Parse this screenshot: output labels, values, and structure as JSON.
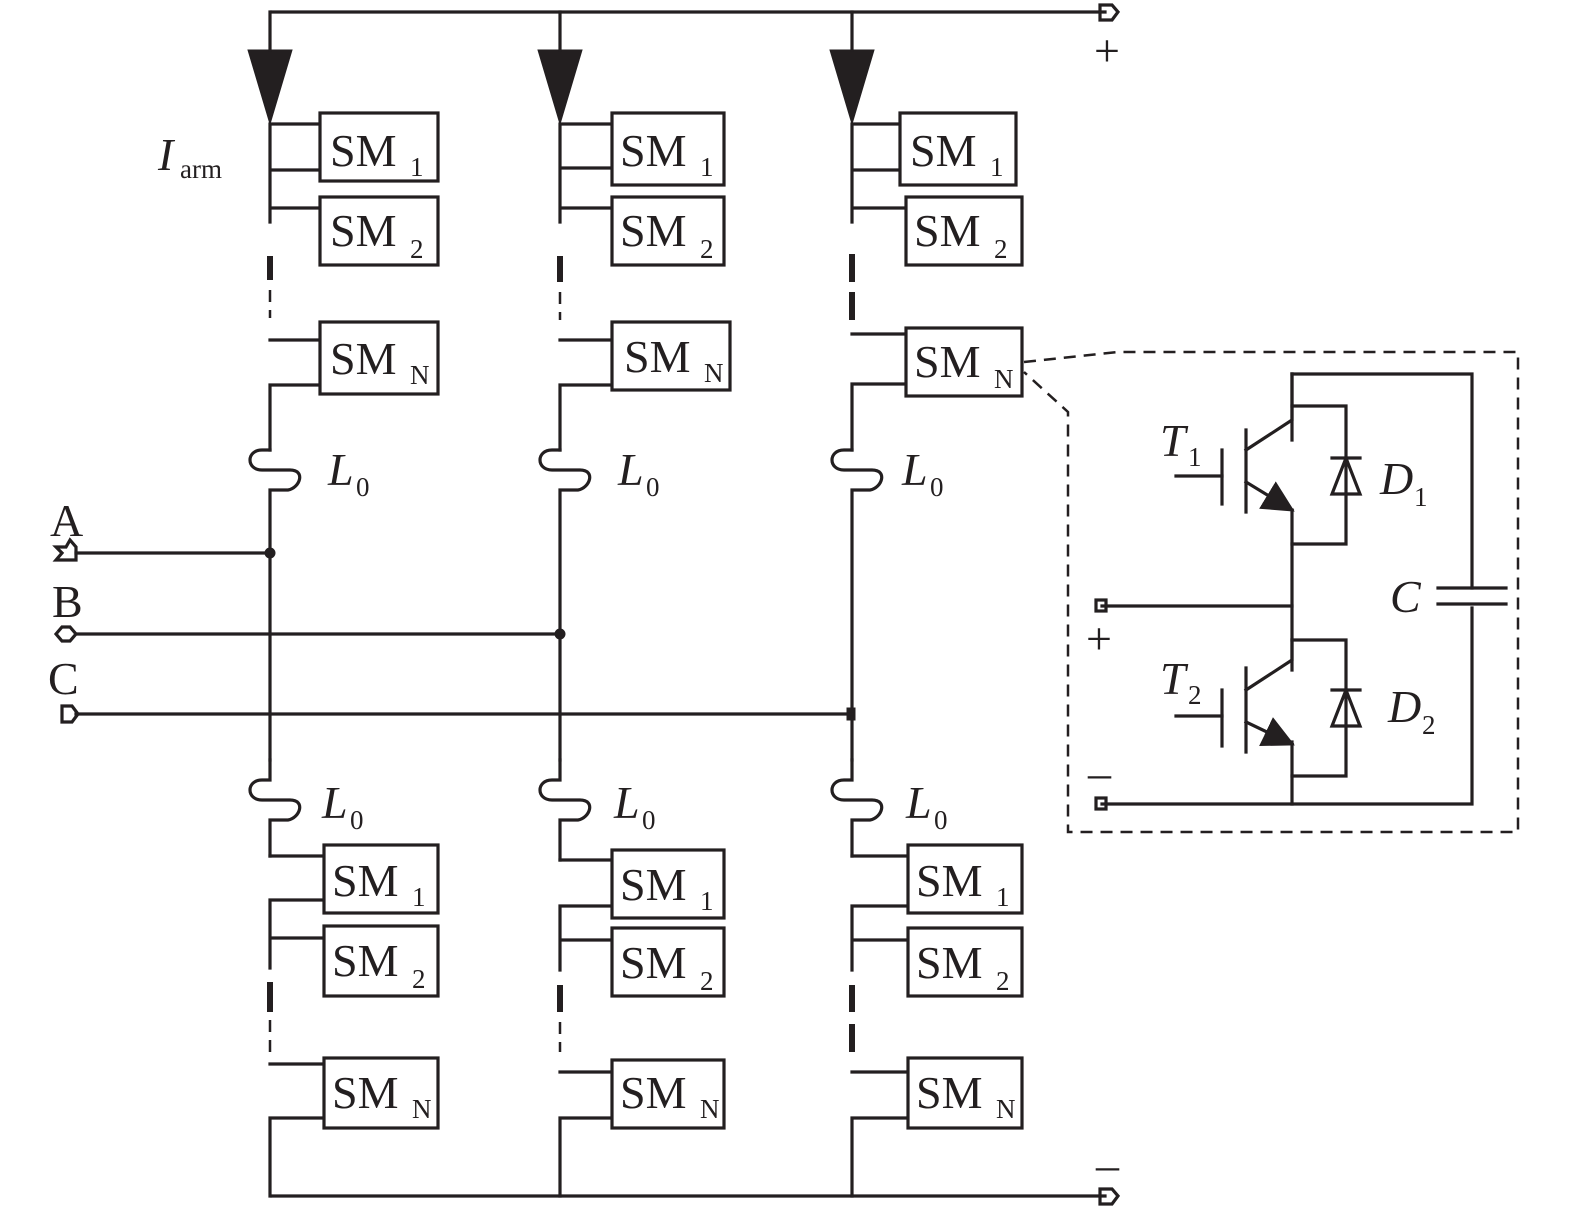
{
  "labels": {
    "dc_plus": "+",
    "dc_minus": "–",
    "phase_a": "A",
    "phase_b": "B",
    "phase_c": "C",
    "iarm_main": "I",
    "iarm_sub": "arm",
    "inductor_main": "L",
    "inductor_sub": "0",
    "sm_main": "SM",
    "sm_sub_1": "1",
    "sm_sub_2": "2",
    "sm_sub_n": "N"
  },
  "detail": {
    "t1_main": "T",
    "t1_sub": "1",
    "t2_main": "T",
    "t2_sub": "2",
    "d1_main": "D",
    "d1_sub": "1",
    "d2_main": "D",
    "d2_sub": "2",
    "cap": "C",
    "plus": "+",
    "minus": "–"
  }
}
